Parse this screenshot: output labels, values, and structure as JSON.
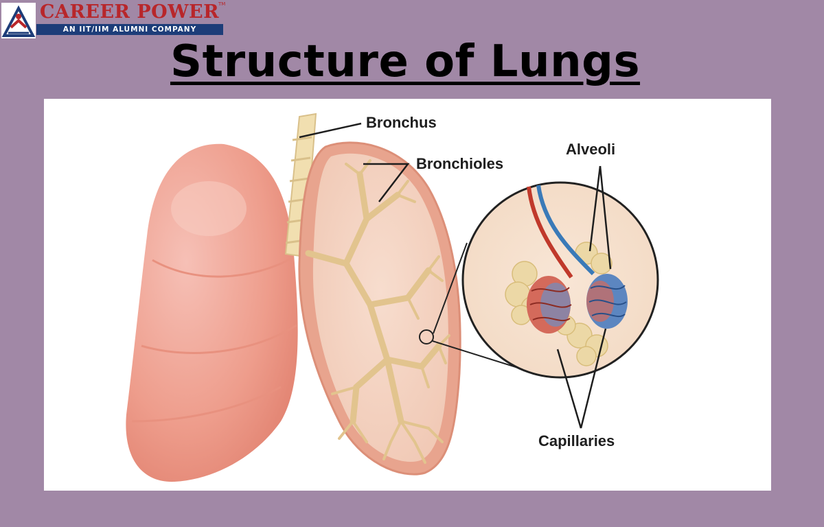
{
  "header": {
    "brand": "CAREER POWER",
    "tm": "TM",
    "tagline": "AN IIT/IIM ALUMNI COMPANY"
  },
  "title": "Structure of Lungs",
  "diagram": {
    "labels": {
      "bronchus": "Bronchus",
      "bronchioles": "Bronchioles",
      "alveoli": "Alveoli",
      "capillaries": "Capillaries"
    }
  }
}
